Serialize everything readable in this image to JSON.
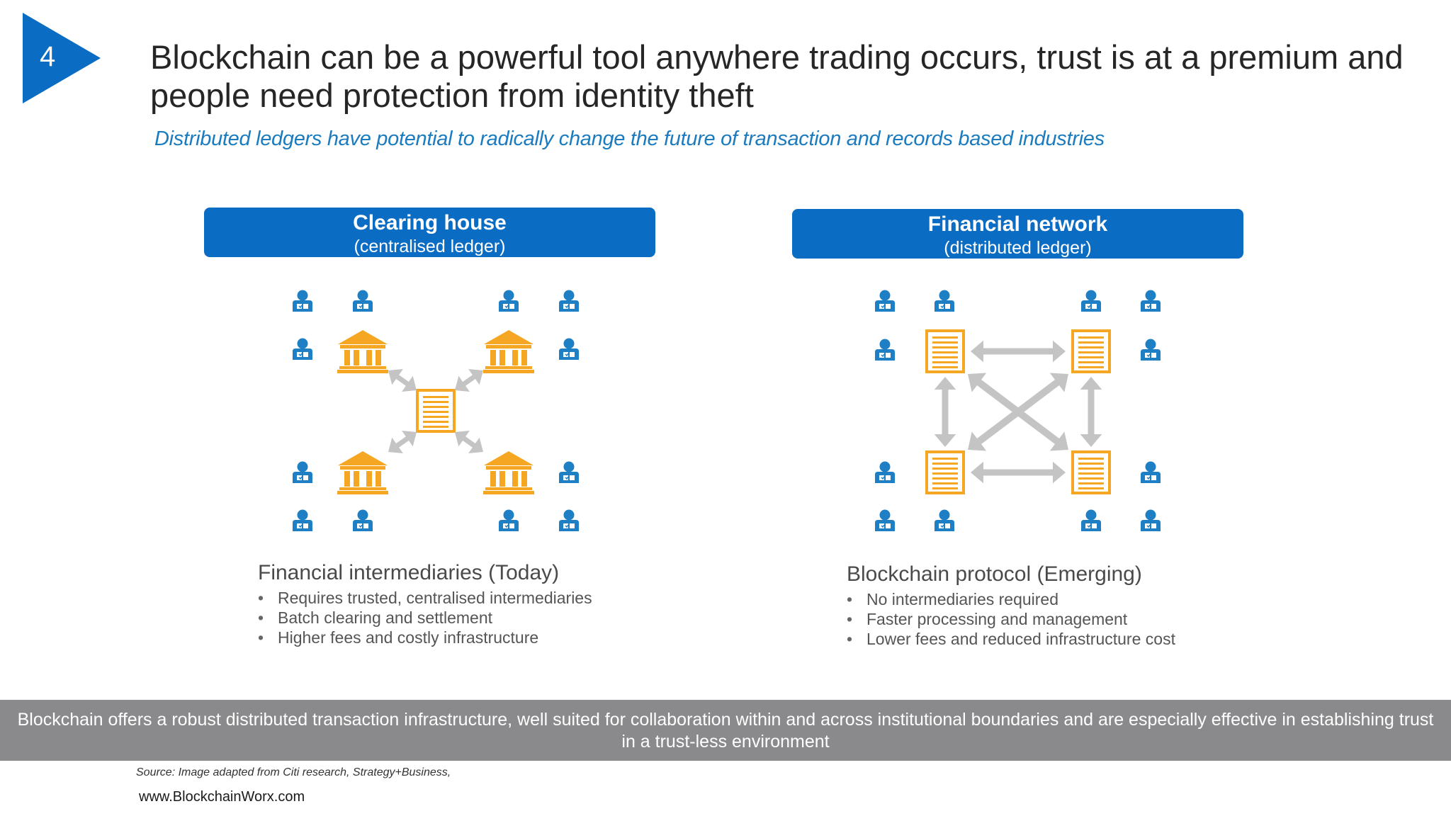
{
  "slide_number": "4",
  "title": "Blockchain can be a powerful tool anywhere trading occurs, trust is at a premium and people need protection from identity theft",
  "subtitle": "Distributed ledgers have potential to radically change the future of transaction and records based industries",
  "left_panel": {
    "header_title": "Clearing house",
    "header_subtitle": "(centralised ledger)",
    "list_heading": "Financial intermediaries (Today)",
    "bullets": [
      "Requires trusted, centralised intermediaries",
      "Batch clearing and settlement",
      "Higher fees and costly infrastructure"
    ]
  },
  "right_panel": {
    "header_title": "Financial network",
    "header_subtitle": "(distributed ledger)",
    "list_heading": "Blockchain protocol (Emerging)",
    "bullets": [
      "No intermediaries required",
      "Faster processing and management",
      "Lower fees and reduced infrastructure cost"
    ]
  },
  "footer_text": "Blockchain offers a robust distributed transaction infrastructure, well suited for collaboration within and across institutional boundaries and are especially effective in establishing trust in a trust-less environment",
  "source_text": "Source: Image adapted from Citi research, Strategy+Business,",
  "website": "www.BlockchainWorx.com",
  "icons": [
    "person-icon",
    "bank-icon",
    "ledger-icon",
    "arrow-icon"
  ],
  "colors": {
    "accent_blue": "#0a6cc2",
    "subtitle_blue": "#1a7bbf",
    "person_blue": "#1f7fc4",
    "orange": "#f5a623",
    "arrow_gray": "#c4c4c4",
    "footer_gray": "#8a8a8c"
  }
}
